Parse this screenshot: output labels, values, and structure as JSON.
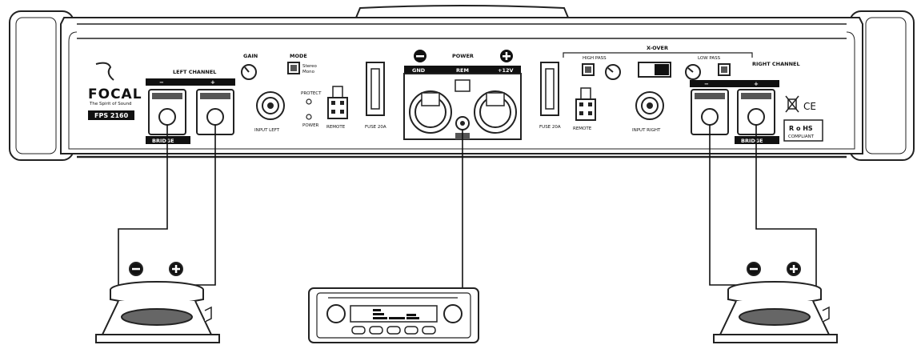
{
  "brand": {
    "name": "FOCAL",
    "tagline": "The Spirit of Sound",
    "model": "FPS 2160"
  },
  "left_section": {
    "title": "LEFT CHANNEL",
    "bridge_label": "BRIDGE"
  },
  "right_section": {
    "title": "RIGHT CHANNEL",
    "bridge_label": "BRIDGE"
  },
  "controls": {
    "gain_label": "GAIN",
    "mode_label": "MODE",
    "mode_option_stereo": "Stereo",
    "mode_option_mono": "Mono",
    "input_left_label": "INPUT LEFT",
    "input_right_label": "INPUT RIGHT",
    "protect_label": "PROTECT",
    "power_led_label": "POWER",
    "remote_label": "REMOTE",
    "fuse_left_label": "FUSE 20A",
    "fuse_right_label": "FUSE 20A",
    "xover_label": "X-OVER",
    "hpf_label": "HIGH PASS",
    "lpf_label": "LOW PASS"
  },
  "power_block": {
    "title": "POWER",
    "gnd": "GND",
    "rem": "REM",
    "plus12": "+12V"
  },
  "certifications": {
    "rohs_top": "R o HS",
    "rohs_bottom": "COMPLIANT",
    "ce": "CE"
  }
}
